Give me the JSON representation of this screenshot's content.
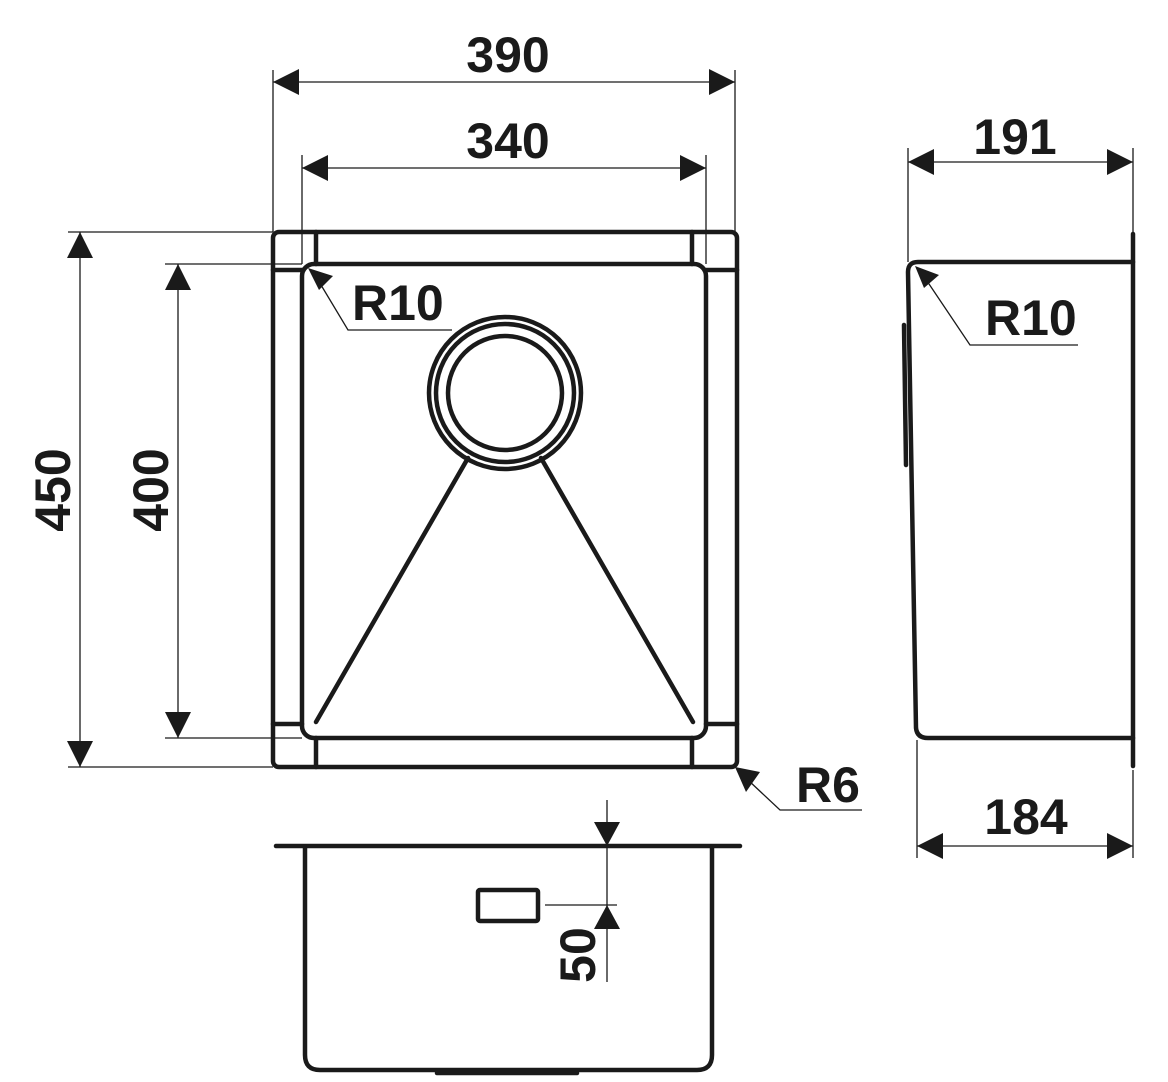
{
  "drawing": {
    "top_view": {
      "overall_width": "390",
      "bowl_width": "340",
      "overall_length": "450",
      "bowl_length": "400",
      "inner_radius": "R10",
      "outer_radius": "R6"
    },
    "side_view": {
      "top_width": "191",
      "bottom_width": "184",
      "radius": "R10"
    },
    "front_view": {
      "overflow_offset": "50"
    },
    "line_color": "#1a1a1a"
  }
}
